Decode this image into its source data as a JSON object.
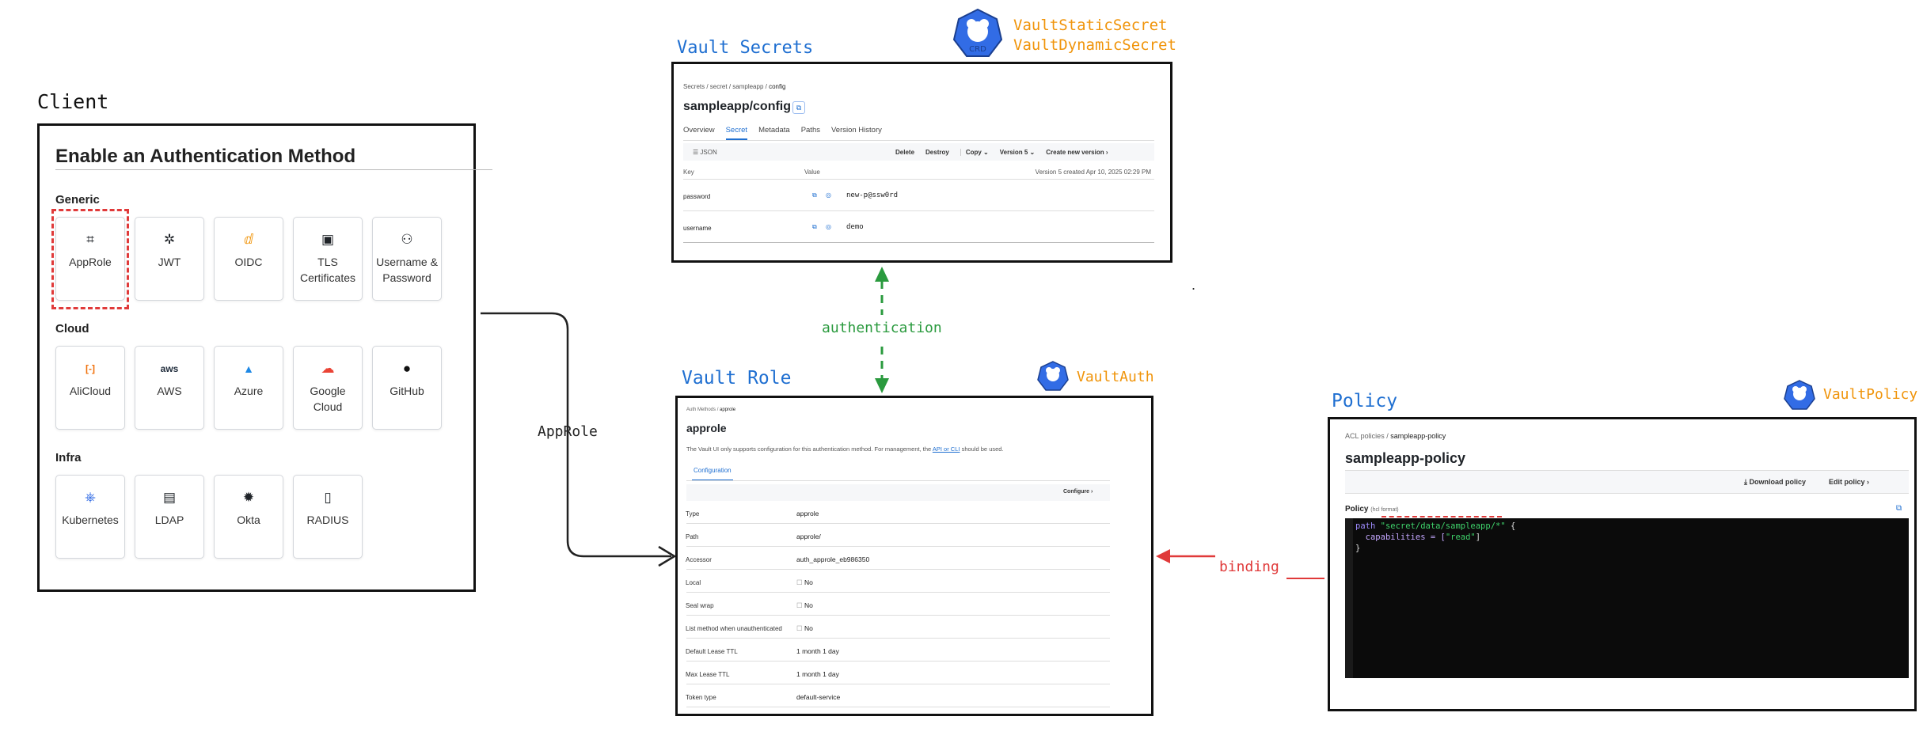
{
  "labels": {
    "client": "Client",
    "vault_secrets": "Vault Secrets",
    "vault_role": "Vault Role",
    "policy": "Policy",
    "crd_static": "VaultStaticSecret",
    "crd_dynamic": "VaultDynamicSecret",
    "vault_auth": "VaultAuth",
    "vault_policy": "VaultPolicy",
    "crd_badge": "CRD",
    "edge_approle": "AppRole",
    "edge_authentication": "authentication",
    "edge_binding": "binding",
    "stray_dot": "."
  },
  "colors": {
    "heading_blue": "#1f6fd1",
    "crd_orange": "#f0940a",
    "auth_green": "#2a9a3e",
    "binding_red": "#e03a3a",
    "k8s_blue": "#326ce5"
  },
  "client": {
    "title": "Enable an Authentication Method",
    "groups": [
      {
        "label": "Generic",
        "tiles": [
          {
            "label": "AppRole",
            "icon": "chip-icon",
            "glyph": "⌗"
          },
          {
            "label": "JWT",
            "icon": "jwt-icon",
            "glyph": "✲"
          },
          {
            "label": "OIDC",
            "icon": "oidc-icon",
            "glyph": "ⅆ"
          },
          {
            "label": "TLS\nCertificates",
            "icon": "certificate-icon",
            "glyph": "▣"
          },
          {
            "label": "Username &\nPassword",
            "icon": "users-icon",
            "glyph": "⚇"
          }
        ]
      },
      {
        "label": "Cloud",
        "tiles": [
          {
            "label": "AliCloud",
            "icon": "alicloud-icon",
            "glyph": "[-]"
          },
          {
            "label": "AWS",
            "icon": "aws-icon",
            "glyph": "aws"
          },
          {
            "label": "Azure",
            "icon": "azure-icon",
            "glyph": "▲"
          },
          {
            "label": "Google Cloud",
            "icon": "google-cloud-icon",
            "glyph": "☁"
          },
          {
            "label": "GitHub",
            "icon": "github-icon",
            "glyph": "●"
          }
        ]
      },
      {
        "label": "Infra",
        "tiles": [
          {
            "label": "Kubernetes",
            "icon": "kubernetes-icon",
            "glyph": "⎈"
          },
          {
            "label": "LDAP",
            "icon": "ldap-icon",
            "glyph": "▤"
          },
          {
            "label": "Okta",
            "icon": "okta-icon",
            "glyph": "✹"
          },
          {
            "label": "RADIUS",
            "icon": "radius-icon",
            "glyph": "▯"
          }
        ]
      }
    ]
  },
  "secrets": {
    "breadcrumb": [
      "Secrets",
      "secret",
      "sampleapp",
      "config"
    ],
    "title": "sampleapp/config",
    "tabs": [
      "Overview",
      "Secret",
      "Metadata",
      "Paths",
      "Version History"
    ],
    "active_tab": "Secret",
    "json_toggle": "JSON",
    "actions": [
      "Delete",
      "Destroy",
      "Copy",
      "Version 5",
      "Create new version"
    ],
    "col_key": "Key",
    "col_value": "Value",
    "version_note": "Version 5 created Apr 10, 2025 02:29 PM",
    "rows": [
      {
        "key": "password",
        "value": "new-p@ssw0rd"
      },
      {
        "key": "username",
        "value": "demo"
      }
    ]
  },
  "role": {
    "breadcrumb": [
      "Auth Methods",
      "approle"
    ],
    "title": "approle",
    "notice_prefix": "The Vault UI only supports configuration for this authentication method. For management, the",
    "notice_link": "API or CLI",
    "notice_suffix": "should be used.",
    "tab": "Configuration",
    "configure": "Configure",
    "rows": [
      {
        "key": "Type",
        "value": "approle"
      },
      {
        "key": "Path",
        "value": "approle/"
      },
      {
        "key": "Accessor",
        "value": "auth_approle_eb986350"
      },
      {
        "key": "Local",
        "value": "No"
      },
      {
        "key": "Seal wrap",
        "value": "No"
      },
      {
        "key": "List method when unauthenticated",
        "value": "No"
      },
      {
        "key": "Default Lease TTL",
        "value": "1 month 1 day"
      },
      {
        "key": "Max Lease TTL",
        "value": "1 month 1 day"
      },
      {
        "key": "Token type",
        "value": "default-service"
      }
    ]
  },
  "policy": {
    "breadcrumb": [
      "ACL policies",
      "sampleapp-policy"
    ],
    "title": "sampleapp-policy",
    "download": "Download policy",
    "edit": "Edit policy",
    "section_label": "Policy",
    "section_hint": "(hcl format)",
    "code": {
      "kw_path": "path",
      "path_string": "\"secret/data/sampleapp/*\"",
      "open_brace": "{",
      "cap_key": "capabilities = [",
      "cap_value": "\"read\"",
      "cap_close": "]",
      "close_brace": "}"
    }
  }
}
